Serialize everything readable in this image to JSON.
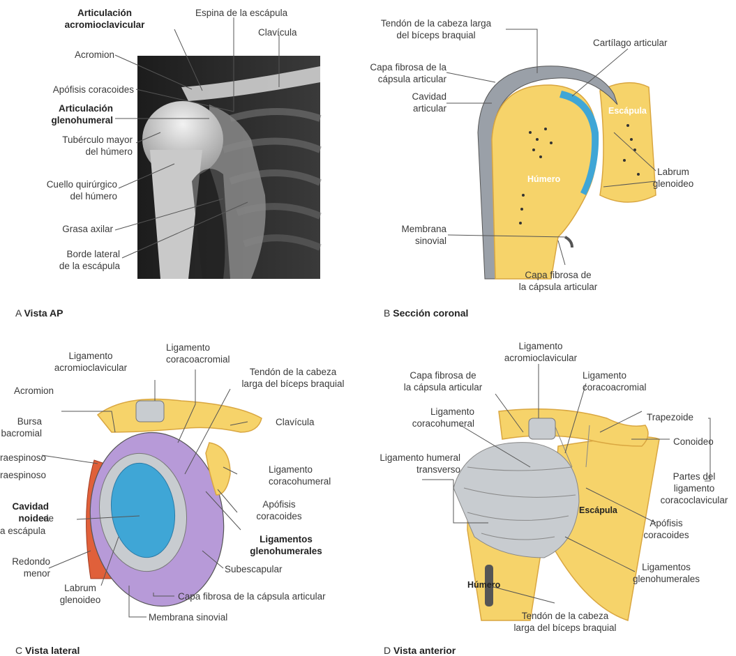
{
  "panelA": {
    "labels": {
      "acromioclavicular": "Articulación\nacromioclavicular",
      "espina": "Espina de la escápula",
      "clavicula": "Clavícula",
      "acromion": "Acromion",
      "coracoides": "Apófisis coracoides",
      "glenohumeral": "Articulación\nglenohumeral",
      "tuberculo": "Tubérculo mayor\ndel húmero",
      "cuello": "Cuello quirúrgico\ndel húmero",
      "grasa": "Grasa axilar",
      "borde": "Borde lateral\nde la escápula"
    },
    "caption_letter": "A",
    "caption_text": "Vista AP"
  },
  "panelB": {
    "labels": {
      "tendon": "Tendón de la cabeza larga\ndel bíceps braquial",
      "cartilago": "Cartílago articular",
      "capa_fibrosa": "Capa fibrosa de la\ncápsula articular",
      "cavidad": "Cavidad\narticular",
      "escapula": "Escápula",
      "humero": "Húmero",
      "labrum": "Labrum\nglenoideo",
      "membrana": "Membrana\nsinovial",
      "capa_fibrosa2": "Capa fibrosa de\nla cápsula articular"
    },
    "caption_letter": "B",
    "caption_text": "Sección coronal"
  },
  "panelC": {
    "labels": {
      "lig_acromioclavicular": "Ligamento\nacromioclavicular",
      "lig_coracoacromial": "Ligamento\ncoracoacromial",
      "tendon": "Tendón de la cabeza\nlarga del bíceps braquial",
      "acromion": "Acromion",
      "bursa": "Bursa\nbacromial",
      "clavicula": "Clavícula",
      "supraespinoso": "raespinoso",
      "infraespinoso": "raespinoso",
      "lig_coracohumeral": "Ligamento\ncoracohumeral",
      "cavidad": "Cavidad\nnoidea",
      "cavidad_suffix": " de",
      "cavidad_line3": "a escápula",
      "coracoides": "Apófisis\ncoracoides",
      "lig_glenohumerales": "Ligamentos\nglenohumerales",
      "redondo": "Redondo\nmenor",
      "subescapular": "Subescapular",
      "labrum": "Labrum\nglenoideo",
      "capa_fibrosa": "Capa fibrosa de la cápsula articular",
      "membrana": "Membrana sinovial"
    },
    "caption_letter": "C",
    "caption_text": "Vista lateral"
  },
  "panelD": {
    "labels": {
      "lig_acromioclavicular": "Ligamento\nacromioclavicular",
      "capa_fibrosa": "Capa fibrosa de\nla cápsula articular",
      "lig_coracoacromial": "Ligamento\ncoracoacromial",
      "lig_coracohumeral": "Ligamento\ncoracohumeral",
      "trapezoide": "Trapezoide",
      "conoideo": "Conoideo",
      "lig_humeral": "Ligamento humeral\ntransverso",
      "partes": "Partes del\nligamento\ncoracoclavicular",
      "escapula": "Escápula",
      "coracoides": "Apófisis\ncoracoides",
      "humero": "Húmero",
      "lig_glenohumerales": "Ligamentos\nglenohumerales",
      "tendon": "Tendón de la cabeza\nlarga del bíceps braquial"
    },
    "caption_letter": "D",
    "caption_text": "Vista anterior"
  },
  "colors": {
    "bone": "#f6d36a",
    "bone_edge": "#d9a640",
    "muscle_red": "#e0603a",
    "purple": "#b79ad8",
    "blue": "#3fa6d6",
    "ligament": "#c8ccd0",
    "xray_bg": "#2a2a2a"
  }
}
